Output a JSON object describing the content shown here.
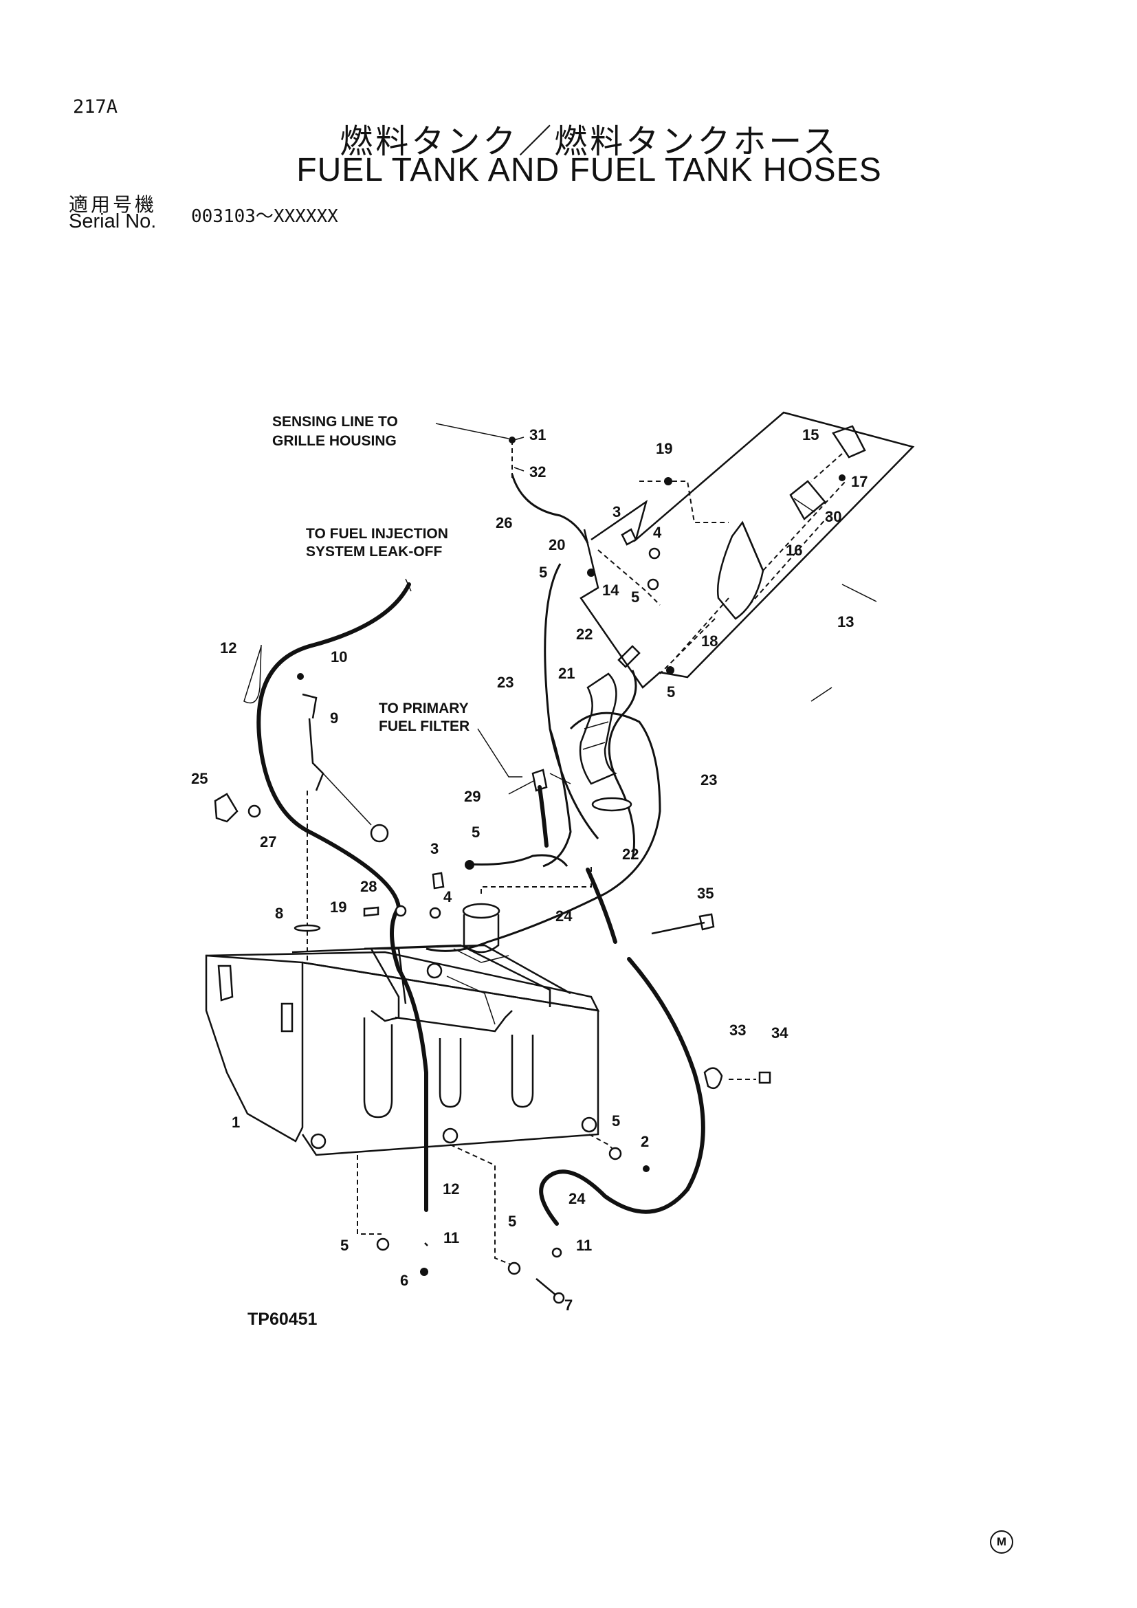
{
  "header": {
    "page_number": "217A",
    "title_jp": "燃料タンク／燃料タンクホース",
    "title_en": "FUEL TANK AND FUEL TANK HOSES",
    "serial_label_jp": "適用号機",
    "serial_label_en": "Serial No.",
    "serial_range": "003103～XXXXXX"
  },
  "diagram": {
    "notes": {
      "sensing_line_1": "SENSING LINE TO",
      "sensing_line_2": "GRILLE HOUSING",
      "fuel_injection_1": "TO FUEL INJECTION",
      "fuel_injection_2": "SYSTEM LEAK-OFF",
      "primary_filter_1": "TO PRIMARY",
      "primary_filter_2": "FUEL FILTER"
    },
    "callouts": [
      "1",
      "2",
      "3",
      "3",
      "4",
      "4",
      "5",
      "5",
      "5",
      "5",
      "5",
      "5",
      "5",
      "6",
      "7",
      "8",
      "9",
      "10",
      "11",
      "11",
      "12",
      "12",
      "13",
      "14",
      "15",
      "16",
      "17",
      "18",
      "19",
      "19",
      "20",
      "21",
      "22",
      "22",
      "23",
      "23",
      "24",
      "24",
      "25",
      "26",
      "27",
      "28",
      "29",
      "30",
      "31",
      "32",
      "33",
      "34",
      "35"
    ],
    "figure_number": "TP60451"
  },
  "footer": {
    "marking": "M"
  }
}
